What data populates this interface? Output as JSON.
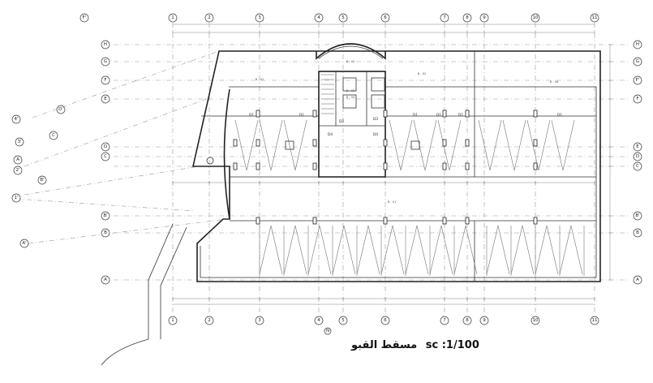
{
  "plan": {
    "title_arabic": "مسقط القبو",
    "scale": "sc :1/100",
    "column_axes": [
      "1",
      "2",
      "3",
      "4",
      "5",
      "6",
      "7",
      "8",
      "9",
      "10",
      "11"
    ],
    "row_axes_right": [
      "H",
      "G",
      "F'",
      "F",
      "E",
      "D",
      "C",
      "B'",
      "B",
      "A"
    ],
    "row_axes_left_rotated": [
      "F'",
      "H",
      "G",
      "F",
      "E",
      "D",
      "C",
      "B'",
      "B",
      "A"
    ],
    "diagonal_axes": [
      "D'",
      "4'",
      "C",
      "3'",
      "A",
      "2'",
      "B'",
      "1'",
      "A'"
    ],
    "door_labels": [
      "D1",
      "D1",
      "D2",
      "D4",
      "D3",
      "D4",
      "D1",
      "D1",
      "D1",
      "D1"
    ],
    "room_labels": [
      "B - 02",
      "B - 02",
      "B - 02",
      "B - 06",
      "B - 01",
      "B - 03",
      "B - 04"
    ],
    "north_symbol": "N"
  }
}
